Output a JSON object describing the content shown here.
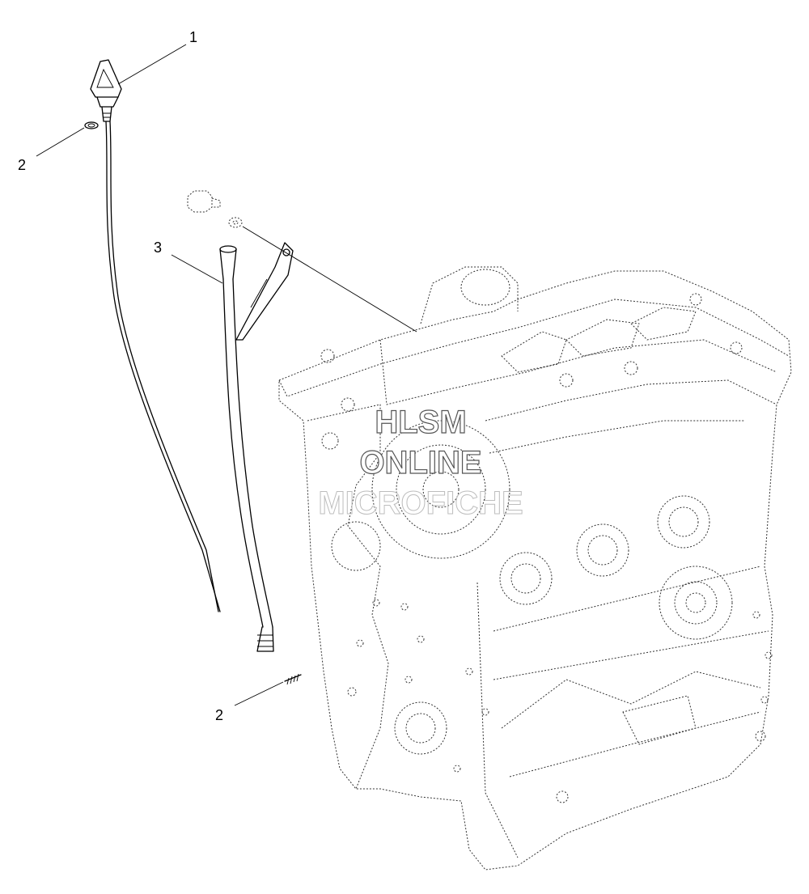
{
  "diagram": {
    "callouts": [
      {
        "id": "callout-1",
        "label": "1"
      },
      {
        "id": "callout-2-upper",
        "label": "2"
      },
      {
        "id": "callout-3",
        "label": "3"
      },
      {
        "id": "callout-2-lower",
        "label": "2"
      }
    ],
    "watermark": {
      "line1": "HLSM",
      "line2": "ONLINE",
      "line3": "MICROFICHE"
    }
  }
}
